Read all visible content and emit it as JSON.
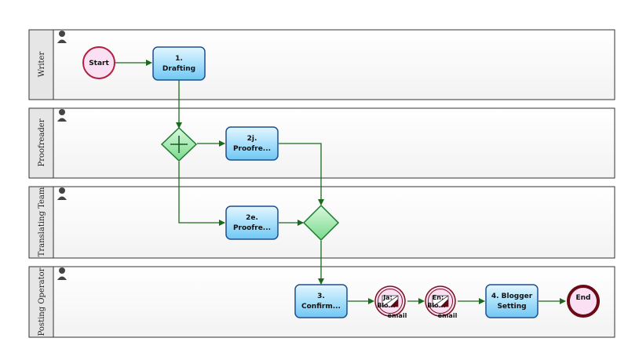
{
  "lanes": [
    {
      "label": "Writer"
    },
    {
      "label": "Proofreader"
    },
    {
      "label": "Translating Team"
    },
    {
      "label": "Posting Operator"
    }
  ],
  "nodes": {
    "start": {
      "label": "Start"
    },
    "drafting": {
      "line1": "1.",
      "line2": "Drafting"
    },
    "proof_j": {
      "line1": "2j.",
      "line2": "Proofre..."
    },
    "proof_e": {
      "line1": "2e.",
      "line2": "Proofre..."
    },
    "confirm": {
      "line1": "3.",
      "line2": "Confirm..."
    },
    "email_ja": {
      "line1": "Ja:",
      "line2": "Blo...",
      "tag": "email"
    },
    "email_en": {
      "line1": "En:",
      "line2": "Blo...",
      "tag": "email"
    },
    "blogger": {
      "line1": "4. Blogger",
      "line2": "Setting"
    },
    "end": {
      "label": "End"
    }
  },
  "colors": {
    "task_fill": "#a9e0fb",
    "task_border": "#1e4f8c",
    "start_fill": "#fbe0f4",
    "start_border": "#b02040",
    "end_border": "#6a0a14",
    "gateway_fill": "#9ae8a8",
    "gateway_border": "#1a7a2a",
    "flow": "#1a6b1a",
    "lane_header": "#e6e6e6",
    "lane_border": "#333333"
  }
}
